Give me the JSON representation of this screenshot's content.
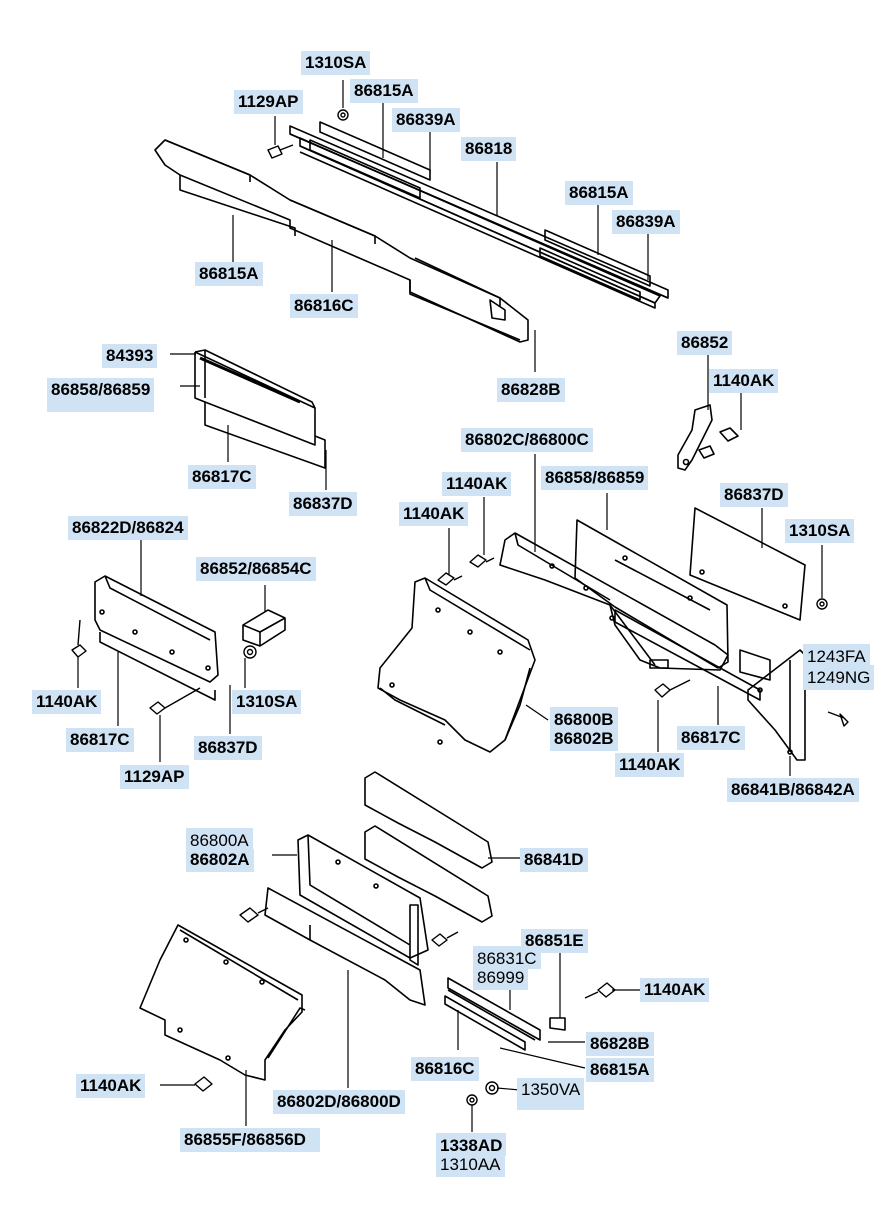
{
  "callouts": {
    "c01": "1310SA",
    "c02": "86815A",
    "c03": "1129AP",
    "c04": "86839A",
    "c05": "86818",
    "c06": "86815A",
    "c07": "86839A",
    "c08": "86815A",
    "c09": "86816C",
    "c10": "84393",
    "c11": "86858/86859",
    "c12": "86828B",
    "c13": "86852",
    "c14": "1140AK",
    "c15": "86802C/86800C",
    "c16": "86817C",
    "c17": "86837D",
    "c18": "1140AK",
    "c19": "86858/86859",
    "c20": "86837D",
    "c21": "1140AK",
    "c22": "1310SA",
    "c23": "86822D/86824",
    "c24": "86852/86854C",
    "c25": "1243FA",
    "c26": "1249NG",
    "c27": "1140AK",
    "c28": "1310SA",
    "c29": "86800B",
    "c30": "86802B",
    "c31": "86817C",
    "c32": "86837D",
    "c33": "86817C",
    "c34": "1129AP",
    "c35": "1140AK",
    "c36": "86841B/86842A",
    "c37": "86800A",
    "c38": "86802A",
    "c39": "86841D",
    "c40": "86851E",
    "c41": "86831C",
    "c42": "86999",
    "c43": "1140AK",
    "c44": "86828B",
    "c45": "1140AK",
    "c46": "86816C",
    "c47": "86815A",
    "c48": "1350VA",
    "c49": "86802D/86800D",
    "c50": "1338AD",
    "c51": "1310AA",
    "c52": "86855F/86856D"
  }
}
